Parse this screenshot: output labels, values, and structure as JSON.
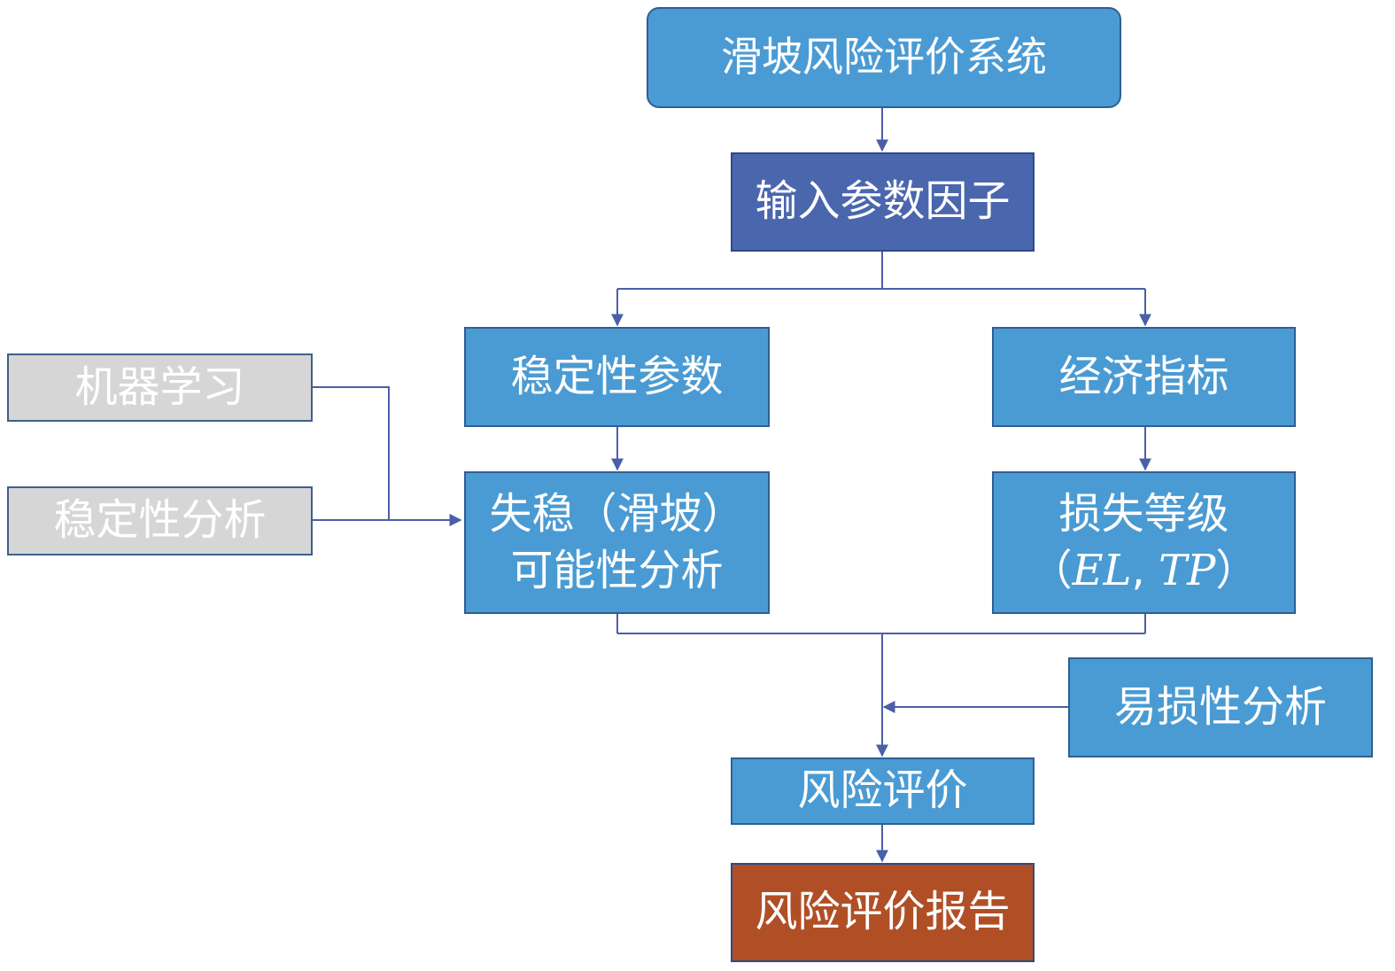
{
  "title": "滑坡风险评价系统",
  "input_factors": "输入参数因子",
  "stability_params": "稳定性参数",
  "economic_index": "经济指标",
  "machine_learning": "机器学习",
  "stability_analysis": "稳定性分析",
  "failure_probability": {
    "line1": "失稳（滑坡）",
    "line2": "可能性分析"
  },
  "loss_grade": {
    "line1": "损失等级",
    "line2_open": "（",
    "line2_el": "EL",
    "line2_sep": ", ",
    "line2_tp": "TP",
    "line2_close": "）"
  },
  "vulnerability_analysis": "易损性分析",
  "risk_assessment": "风险评价",
  "risk_report": "风险评价报告",
  "colors": {
    "box_blue": "#4a9bd3",
    "box_navy": "#4a66ad",
    "box_grey": "#d6d6d6",
    "box_rust": "#b04f26",
    "connector": "#4a5fa8"
  }
}
